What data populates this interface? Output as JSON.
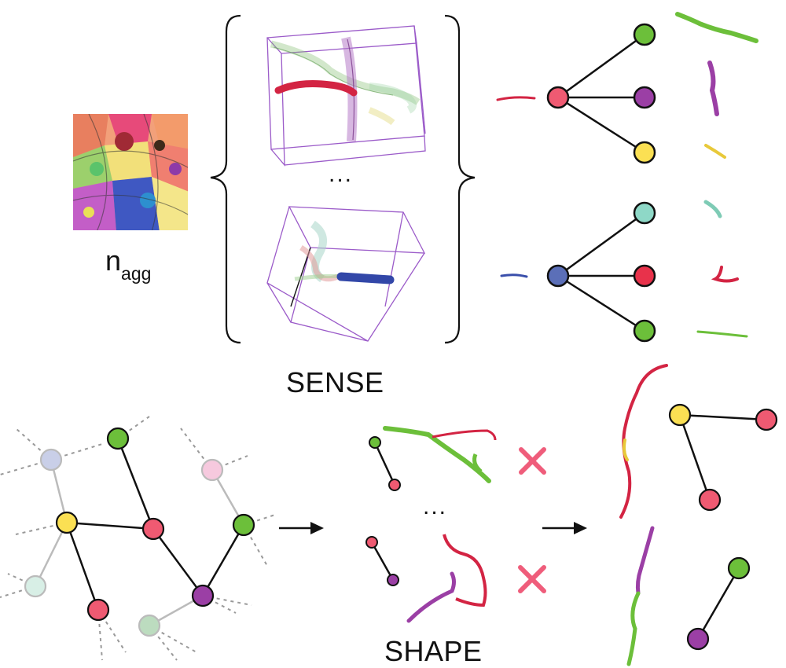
{
  "labels": {
    "sense": "SENSE",
    "shape": "SHAPE",
    "n_base": "n",
    "n_sub": "agg",
    "ellipsis_sense": "...",
    "ellipsis_shape": "..."
  },
  "colors": {
    "red": "#e8324b",
    "pink": "#ef5a72",
    "green": "#6cbf3a",
    "purple": "#9b3fa5",
    "yellow": "#fbe053",
    "teal": "#8ed8c7",
    "blue": "#5b6fb8",
    "cross": "#ef5d7b",
    "box": "#9b5bc9",
    "faded_blue": "#c9cfe8",
    "faded_pink": "#f6c9de",
    "faded_teal": "#d8efe6",
    "faded_green": "#bcdcbf"
  },
  "icons": {
    "arrow_left": "right-arrow-icon",
    "arrow_right": "right-arrow-icon",
    "cross_top": "cross-icon",
    "cross_bottom": "cross-icon"
  }
}
